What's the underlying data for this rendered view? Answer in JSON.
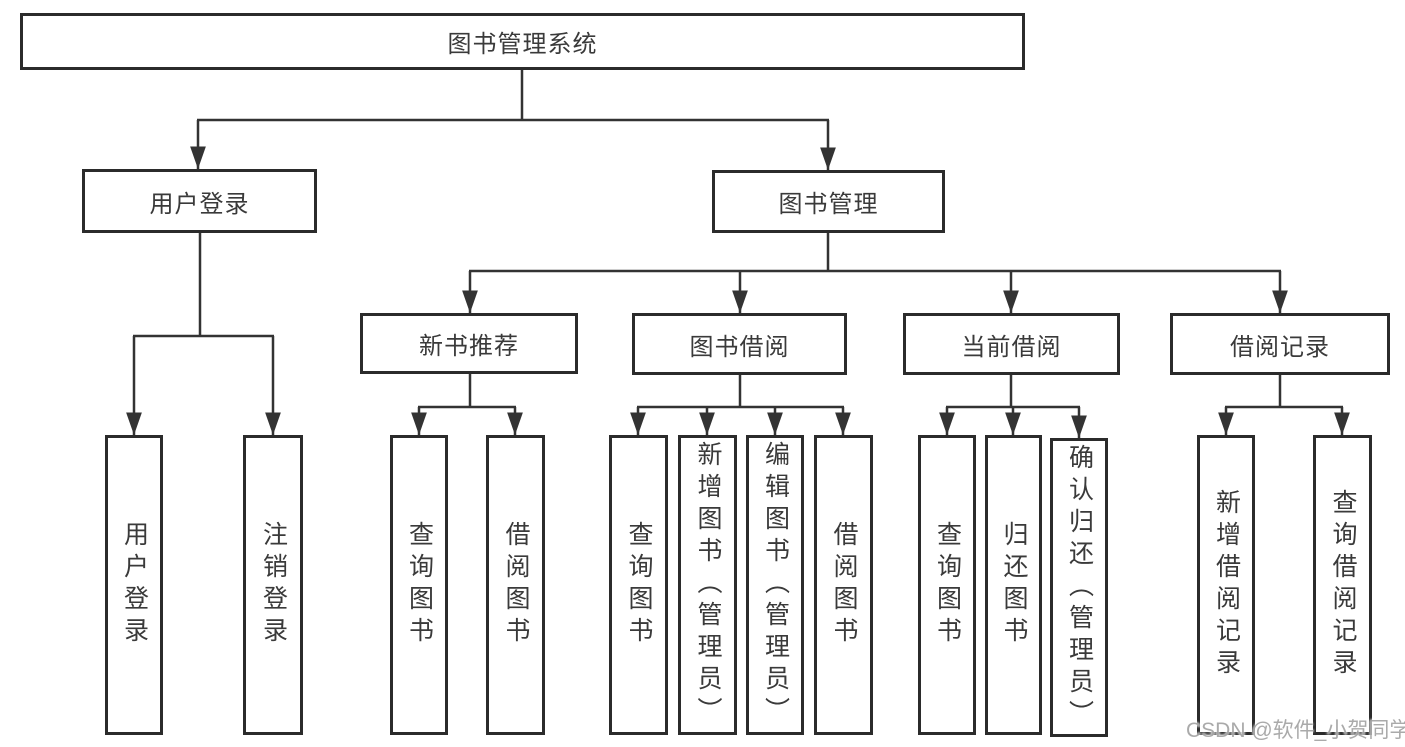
{
  "root": {
    "label": "图书管理系统"
  },
  "branches": [
    {
      "label": "用户登录",
      "children": [
        "用户登录",
        "注销登录"
      ]
    },
    {
      "label": "图书管理",
      "sections": [
        {
          "label": "新书推荐",
          "children": [
            "查询图书",
            "借阅图书"
          ]
        },
        {
          "label": "图书借阅",
          "children": [
            "查询图书",
            "新增图书（管理员）",
            "编辑图书（管理员）",
            "借阅图书"
          ]
        },
        {
          "label": "当前借阅",
          "children": [
            "查询图书",
            "归还图书",
            "确认归还（管理员）"
          ]
        },
        {
          "label": "借阅记录",
          "children": [
            "新增借阅记录",
            "查询借阅记录"
          ]
        }
      ]
    }
  ],
  "watermark": {
    "text": "CSDN @软件_小贺同学"
  },
  "colors": {
    "line": "#333333",
    "border": "#2b2b2b",
    "text": "#3a3a3a",
    "watermark": "#9b9b9b"
  }
}
